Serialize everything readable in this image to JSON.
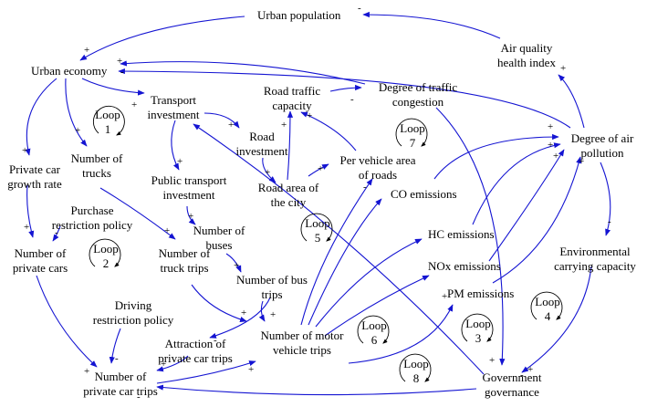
{
  "nodes": {
    "urban_population": "Urban population",
    "urban_economy": "Urban economy",
    "air_quality_1": "Air quality",
    "air_quality_2": "health index",
    "transport_inv_1": "Transport",
    "transport_inv_2": "investment",
    "road_traffic_cap_1": "Road traffic",
    "road_traffic_cap_2": "capacity",
    "congestion_1": "Degree of traffic",
    "congestion_2": "congestion",
    "degree_air_1": "Degree of air",
    "degree_air_2": "pollution",
    "private_car_growth_1": "Private car",
    "private_car_growth_2": "growth rate",
    "number_trucks_1": "Number of",
    "number_trucks_2": "trucks",
    "road_investment_1": "Road",
    "road_investment_2": "investment",
    "public_transport_1": "Public transport",
    "public_transport_2": "investment",
    "road_area_1": "Road area of",
    "road_area_2": "the city",
    "per_vehicle_1": "Per vehicle area",
    "per_vehicle_2": "of roads",
    "co_emissions": "CO emissions",
    "purchase_restriction_1": "Purchase",
    "purchase_restriction_2": "restriction policy",
    "number_buses_1": "Number of",
    "number_buses_2": "buses",
    "hc_emissions": "HC emissions",
    "number_private_cars_1": "Number of",
    "number_private_cars_2": "private cars",
    "number_truck_trips_1": "Number of",
    "number_truck_trips_2": "truck trips",
    "number_bus_trips_1": "Number of bus",
    "number_bus_trips_2": "trips",
    "nox_emissions": "NOx emissions",
    "env_capacity_1": "Environmental",
    "env_capacity_2": "carrying capacity",
    "pm_emissions": "PM emissions",
    "driving_restriction_1": "Driving",
    "driving_restriction_2": "restriction policy",
    "attraction_1": "Attraction of",
    "attraction_2": "private car trips",
    "motor_trips_1": "Number of motor",
    "motor_trips_2": "vehicle trips",
    "private_car_trips_1": "Number of",
    "private_car_trips_2": "private car trips",
    "gov_1": "Government",
    "gov_2": "governance"
  },
  "loops": [
    {
      "word": "Loop",
      "num": "1"
    },
    {
      "word": "Loop",
      "num": "2"
    },
    {
      "word": "Loop",
      "num": "3"
    },
    {
      "word": "Loop",
      "num": "4"
    },
    {
      "word": "Loop",
      "num": "5"
    },
    {
      "word": "Loop",
      "num": "6"
    },
    {
      "word": "Loop",
      "num": "7"
    },
    {
      "word": "Loop",
      "num": "8"
    }
  ],
  "signs": {
    "plus": "+",
    "minus": "-"
  },
  "colors": {
    "link": "#1414d2",
    "text": "#000000"
  }
}
